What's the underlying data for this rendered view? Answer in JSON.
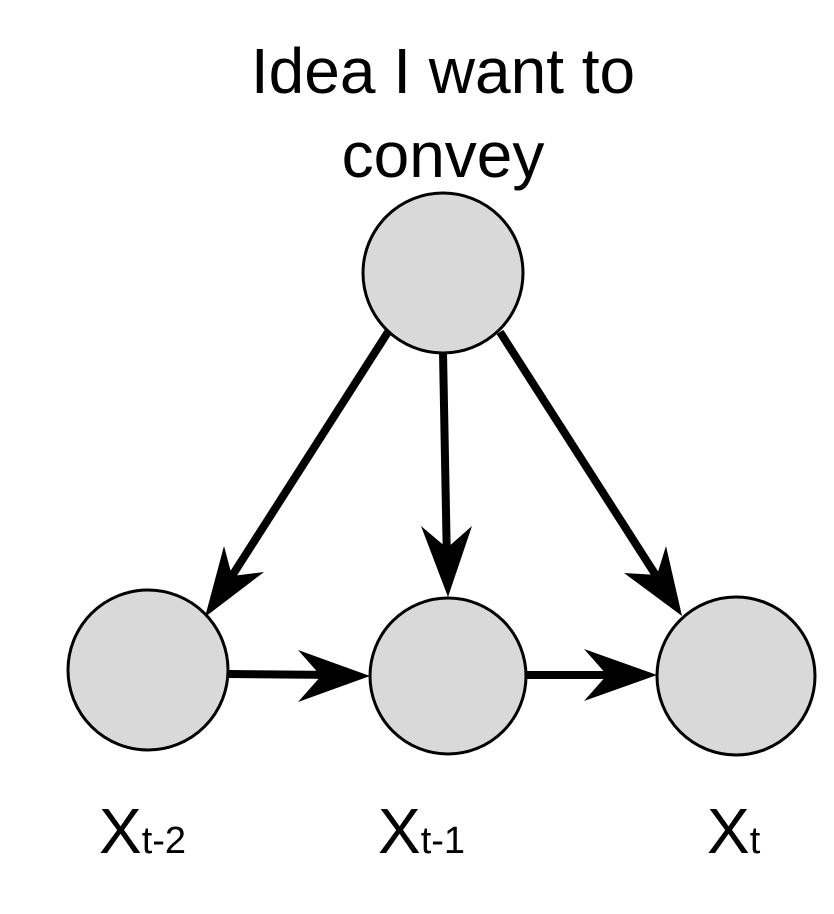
{
  "title": {
    "lines": [
      "Idea I want to",
      "convey"
    ]
  },
  "colors": {
    "node_fill": "#d9d9d9",
    "node_stroke": "#000000",
    "edge": "#000000",
    "text": "#000000"
  },
  "nodes": [
    {
      "id": "idea",
      "label": "",
      "subscript": ""
    },
    {
      "id": "x_t_minus_2",
      "label": "X",
      "subscript": "t-2"
    },
    {
      "id": "x_t_minus_1",
      "label": "X",
      "subscript": "t-1"
    },
    {
      "id": "x_t",
      "label": "X",
      "subscript": "t"
    }
  ],
  "edges": [
    {
      "from": "idea",
      "to": "x_t_minus_2"
    },
    {
      "from": "idea",
      "to": "x_t_minus_1"
    },
    {
      "from": "idea",
      "to": "x_t"
    },
    {
      "from": "x_t_minus_2",
      "to": "x_t_minus_1"
    },
    {
      "from": "x_t_minus_1",
      "to": "x_t"
    }
  ]
}
